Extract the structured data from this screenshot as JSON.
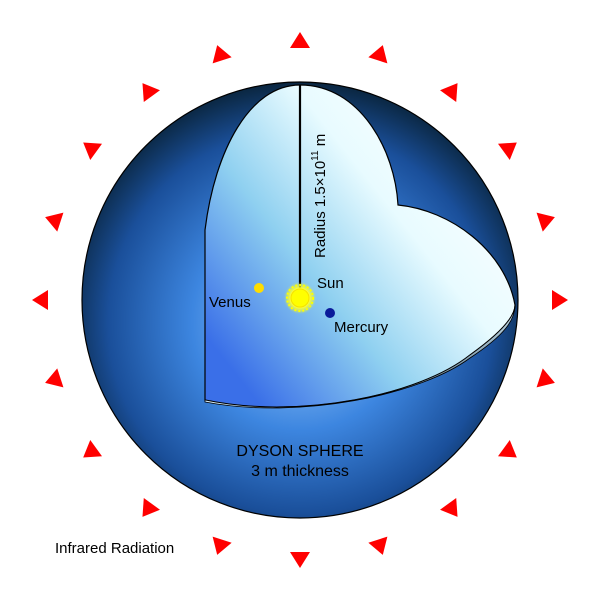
{
  "diagram": {
    "radius_label": {
      "prefix": "Radius 1.5×10",
      "exponent": "11",
      "unit": " m"
    },
    "sun_label": "Sun",
    "venus_label": "Venus",
    "mercury_label": "Mercury",
    "sphere_title": "DYSON SPHERE",
    "sphere_thickness": "3 m thickness",
    "radiation_label": "Infrared Radiation",
    "colors": {
      "arrow": "#ff0000",
      "sun": "#ffff00",
      "venus": "#ffdd00",
      "mercury": "#0a1a9a",
      "shell_dark": "#0a2a4a",
      "shell_light": "#5aa0e0"
    }
  }
}
